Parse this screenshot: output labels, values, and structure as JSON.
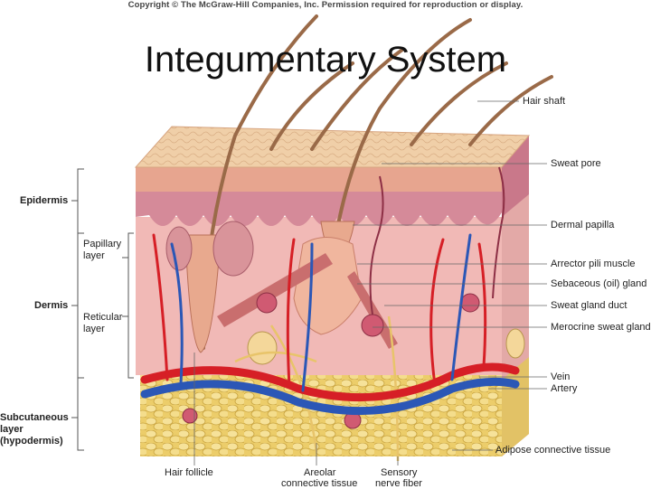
{
  "copyright": "Copyright © The McGraw-Hill Companies, Inc. Permission required for reproduction or display.",
  "title": "Integumentary System",
  "labels": {
    "epidermis": "Epidermis",
    "dermis": "Dermis",
    "subcutaneous_1": "Subcutaneous",
    "subcutaneous_2": "layer",
    "subcutaneous_3": "(hypodermis)",
    "papillary_1": "Papillary",
    "papillary_2": "layer",
    "reticular_1": "Reticular",
    "reticular_2": "layer",
    "hair_shaft": "Hair shaft",
    "sweat_pore": "Sweat pore",
    "dermal_papilla": "Dermal papilla",
    "arrector_pili": "Arrector pili muscle",
    "sebaceous": "Sebaceous (oil) gland",
    "sweat_duct": "Sweat gland duct",
    "merocrine": "Merocrine sweat gland",
    "vein": "Vein",
    "artery": "Artery",
    "adipose": "Adipose connective tissue",
    "hair_follicle": "Hair follicle",
    "areolar_1": "Areolar",
    "areolar_2": "connective tissue",
    "sensory_1": "Sensory",
    "sensory_2": "nerve fiber"
  },
  "colors": {
    "surface": "#efc8a0",
    "epidermis": "#d9909a",
    "dermis": "#f1b9b6",
    "hypodermis": "#f0d278",
    "artery": "#d61f26",
    "vein": "#2b57b6",
    "hair": "#9a6a48"
  }
}
